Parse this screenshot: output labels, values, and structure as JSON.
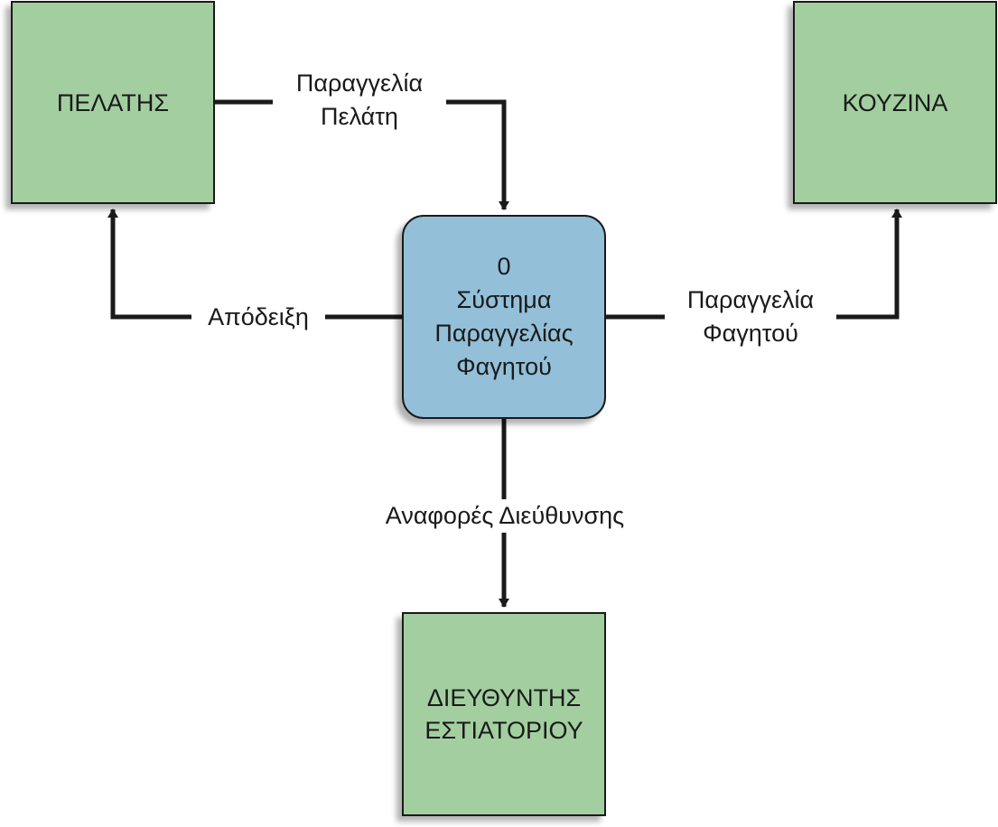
{
  "entities": {
    "customer": "ΠΕΛΑΤΗΣ",
    "kitchen": "ΚΟΥΖΙΝΑ",
    "manager": "ΔΙΕΥΘΥΝΤΗΣ\nΕΣΤΙΑΤΟΡΙΟΥ"
  },
  "process": {
    "number": "0",
    "name": "Σύστημα\nΠαραγγελίας\nΦαγητού"
  },
  "flows": {
    "customer_order": "Παραγγελία\nΠελάτη",
    "receipt": "Απόδειξη",
    "food_order": "Παραγγελία\nΦαγητού",
    "management_reports": "Αναφορές Διεύθυνσης"
  },
  "colors": {
    "entity_fill": "#a3cfa0",
    "process_fill": "#93c0d8",
    "line": "#1a1a1a"
  }
}
